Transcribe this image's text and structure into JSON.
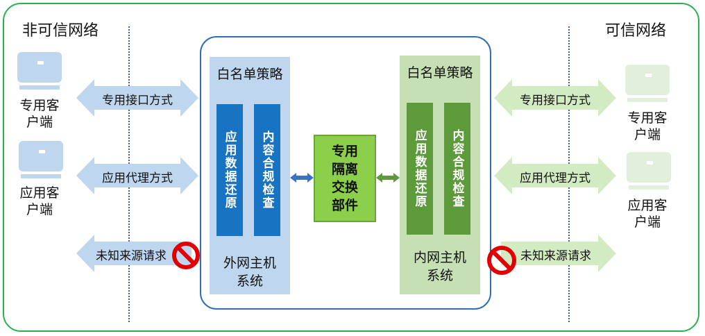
{
  "zones": {
    "untrusted_label": "非可信网络",
    "trusted_label": "可信网络"
  },
  "outer_host": {
    "whitelist_label": "白名单策略",
    "box_restore": "应用数据还原",
    "box_compliance": "内容合规检查",
    "system_label_line1": "外网主机",
    "system_label_line2": "系统"
  },
  "inner_host": {
    "whitelist_label": "白名单策略",
    "box_restore": "应用数据还原",
    "box_compliance": "内容合规检查",
    "system_label_line1": "内网主机",
    "system_label_line2": "系统"
  },
  "swap_unit": {
    "line1": "专用",
    "line2": "隔离",
    "line3": "交换",
    "line4": "部件"
  },
  "left_clients": [
    {
      "line1": "专用客",
      "line2": "户端"
    },
    {
      "line1": "应用客",
      "line2": "户端"
    }
  ],
  "right_clients": [
    {
      "line1": "专用客",
      "line2": "户端"
    },
    {
      "line1": "应用客",
      "line2": "户端"
    }
  ],
  "left_arrows": [
    "专用接口方式",
    "应用代理方式",
    "未知来源请求"
  ],
  "right_arrows": [
    "专用接口方式",
    "应用代理方式",
    "未知来源请求"
  ],
  "colors": {
    "frame_green": "#27b24a",
    "blue_light": "#bed6ee",
    "blue_dark": "#1873c3",
    "green_light": "#c6e0b4",
    "green_dark": "#5c9a3b",
    "swap_green": "#8ccf4b",
    "arrow_blue": "#bed6ee",
    "arrow_green": "#d3ebc3",
    "block_red": "#e00000"
  }
}
